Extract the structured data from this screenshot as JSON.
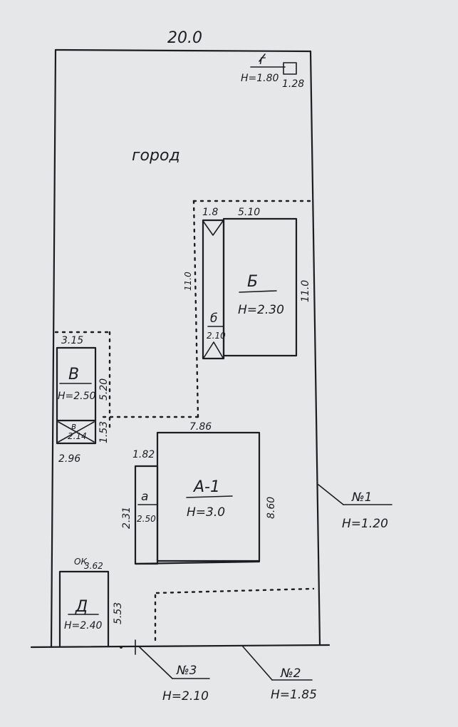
{
  "plot": {
    "width_label": "20.0",
    "area_label": "город",
    "point_g": {
      "letter": "г",
      "height": "Н=1.80",
      "size": "1.28"
    }
  },
  "building_B": {
    "name": "Б",
    "height": "Н=2.30",
    "top_short": "1.8",
    "top_long": "5.10",
    "left_side": "11.0",
    "right_side": "11.0",
    "annex": {
      "name": "б",
      "value": "2.10"
    }
  },
  "building_V": {
    "name": "В",
    "height": "Н=2.50",
    "top": "3.15",
    "side": "5.20",
    "lower_side": "1.53",
    "bottom": "2.96",
    "annex": {
      "name": "в",
      "value": "2.14"
    }
  },
  "building_A1": {
    "name": "А-1",
    "height": "Н=3.0",
    "top": "7.86",
    "right_side": "8.60",
    "porch": {
      "name": "а",
      "height": "2.50",
      "top": "1.82",
      "side": "2.31"
    }
  },
  "building_D": {
    "name": "Д",
    "height": "Н=2.40",
    "top_prefix": "ОК",
    "top": "3.62",
    "side": "5.53"
  },
  "heights": {
    "n1": {
      "label": "№1",
      "value": "Н=1.20"
    },
    "n2": {
      "label": "№2",
      "value": "Н=1.85"
    },
    "n3": {
      "label": "№3",
      "value": "Н=2.10"
    }
  }
}
